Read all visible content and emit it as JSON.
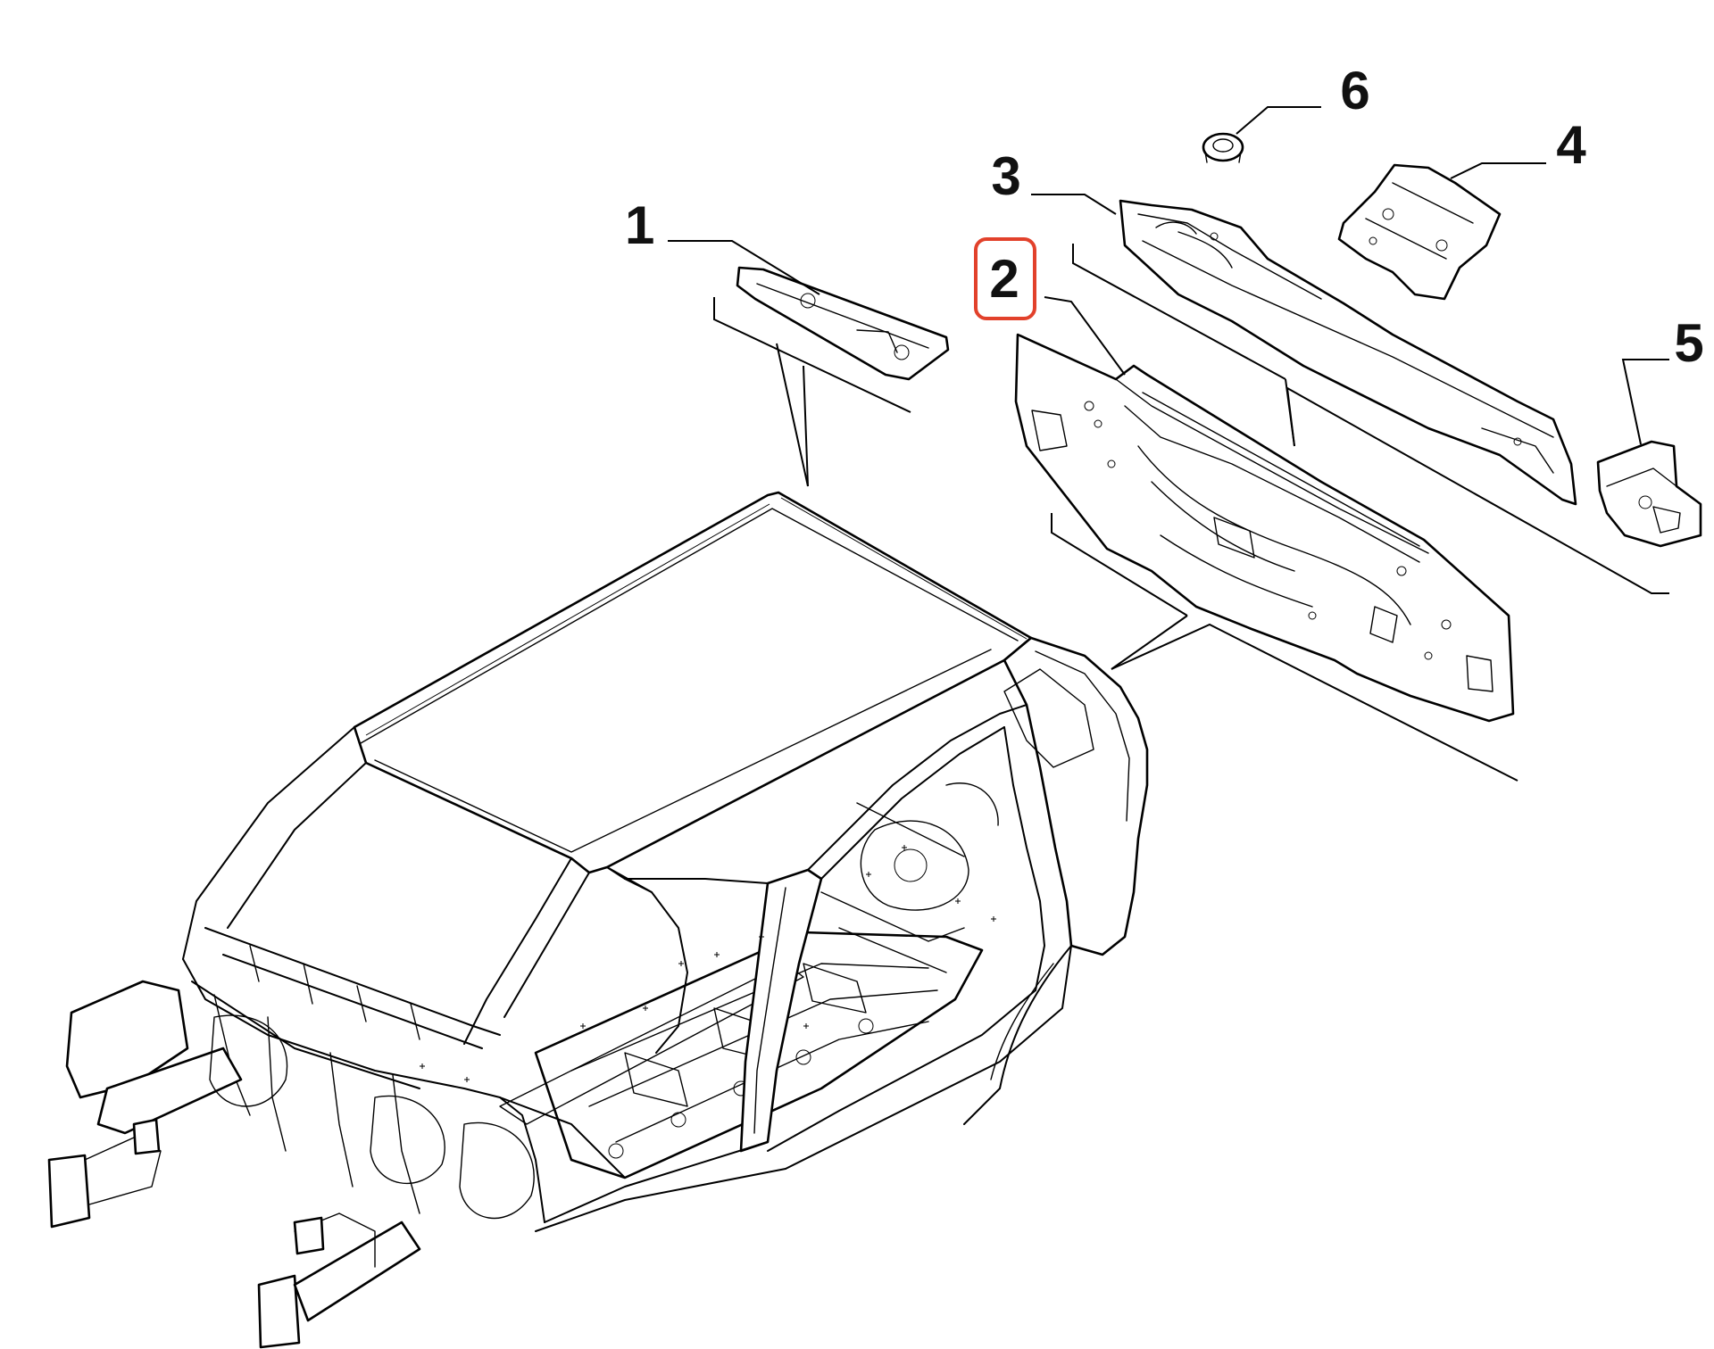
{
  "diagram": {
    "callouts": [
      {
        "id": "1",
        "label": "1"
      },
      {
        "id": "2",
        "label": "2",
        "highlighted": true
      },
      {
        "id": "3",
        "label": "3"
      },
      {
        "id": "4",
        "label": "4"
      },
      {
        "id": "5",
        "label": "5"
      },
      {
        "id": "6",
        "label": "6"
      }
    ],
    "colors": {
      "lines": "#000000",
      "background": "#ffffff",
      "highlight": "#e2412b"
    }
  }
}
